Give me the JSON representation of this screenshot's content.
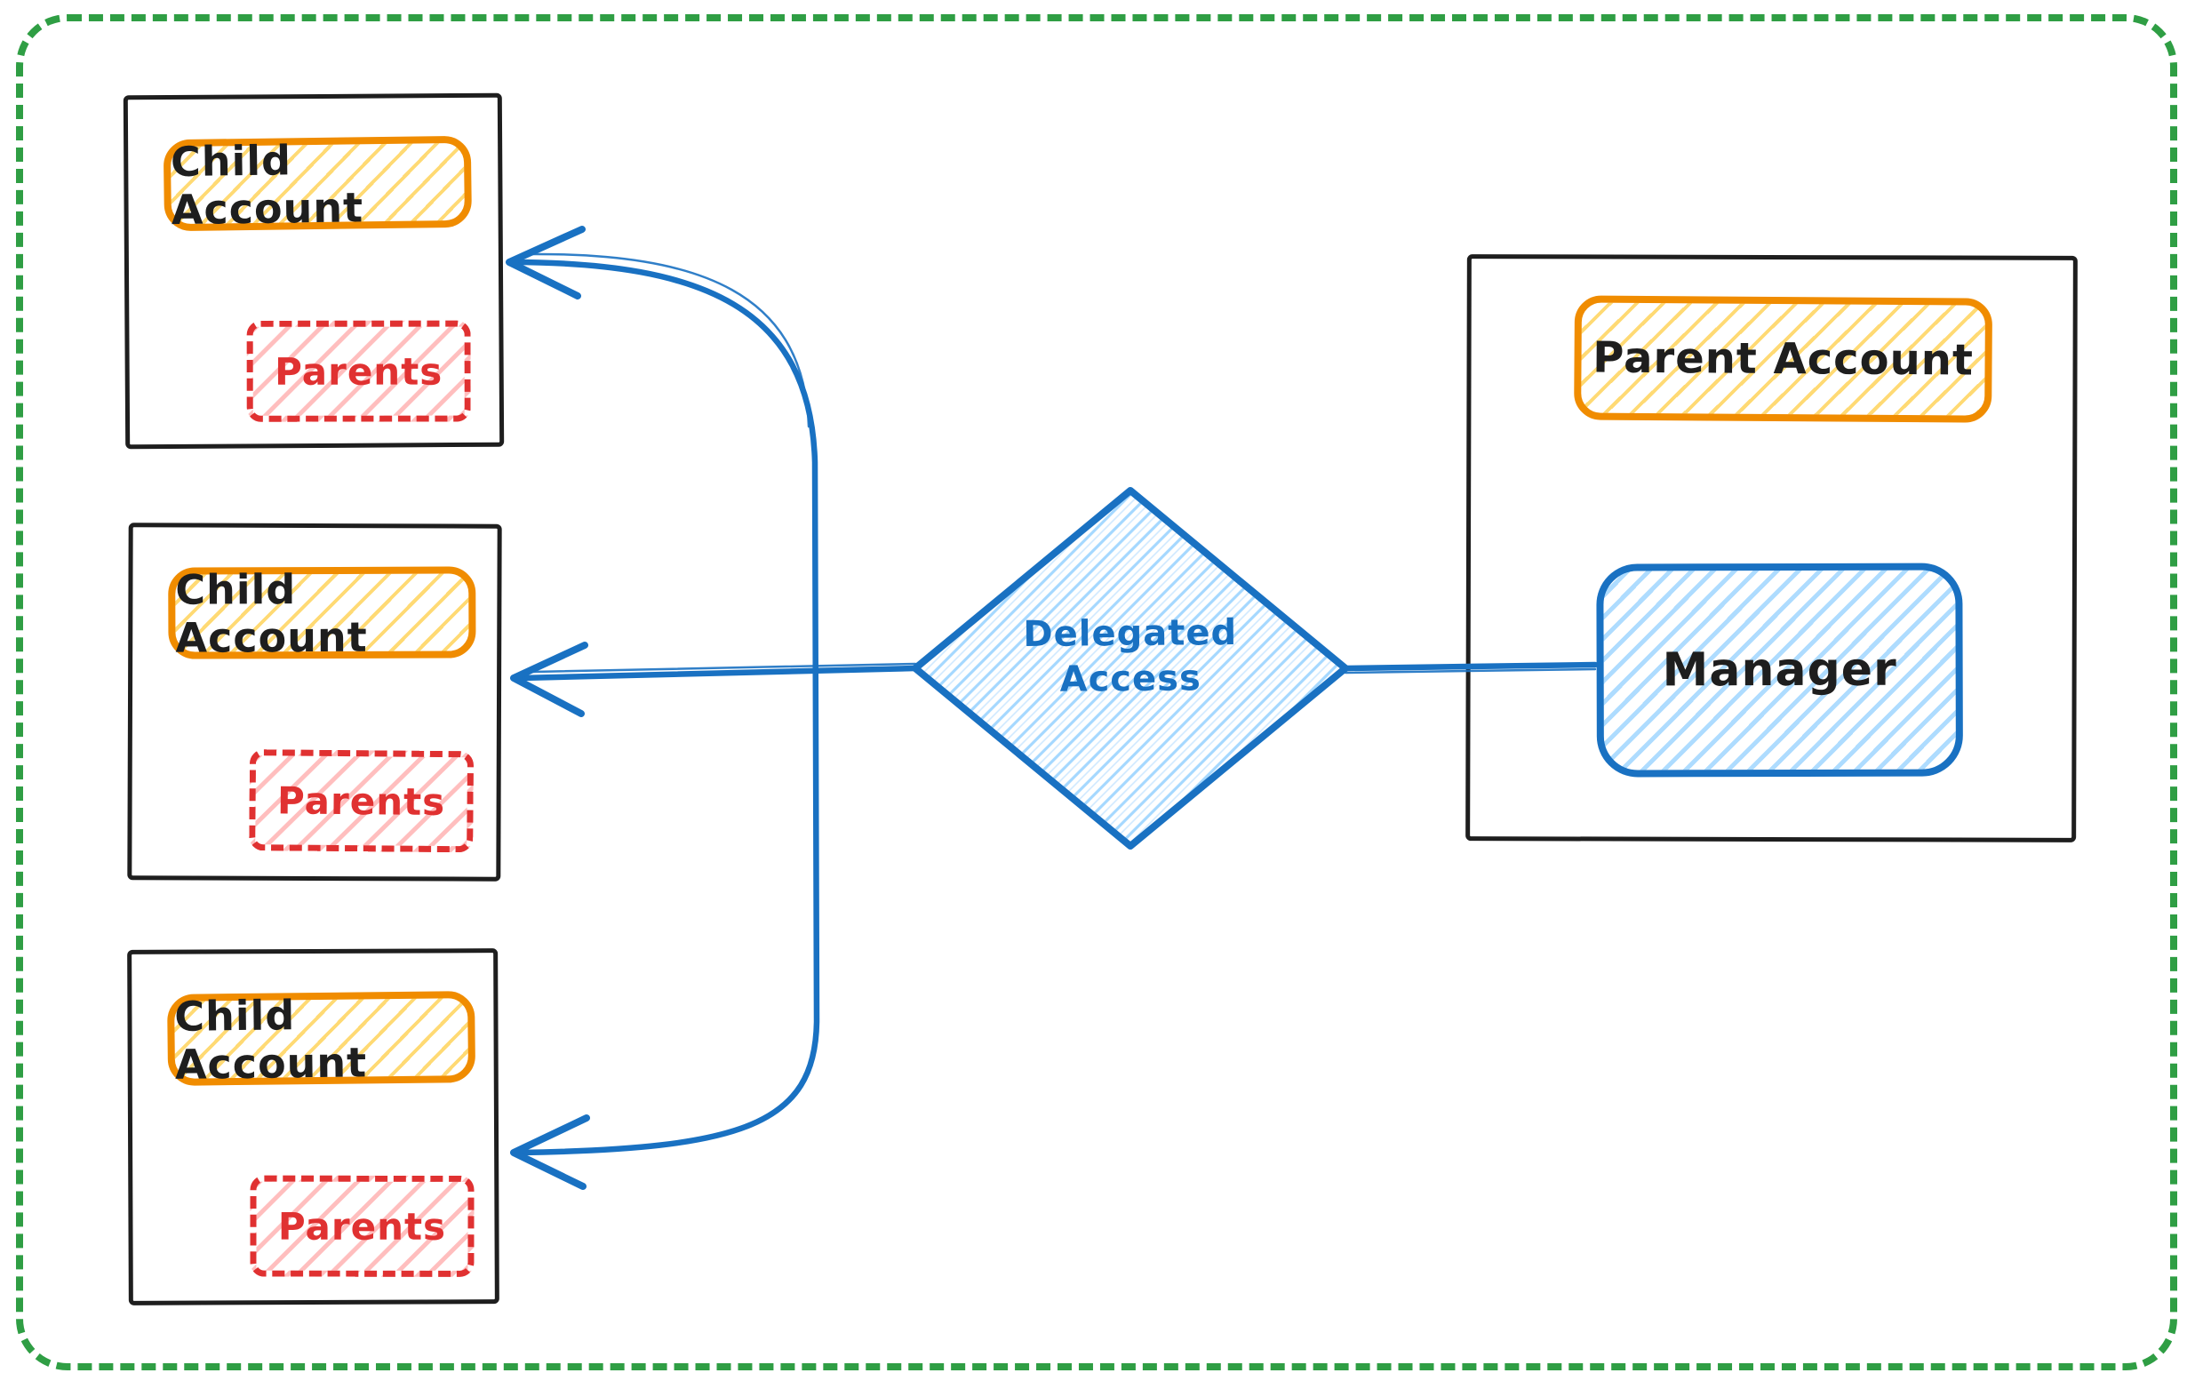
{
  "children": [
    {
      "title": "Child Account",
      "tag": "Parents"
    },
    {
      "title": "Child Account",
      "tag": "Parents"
    },
    {
      "title": "Child Account",
      "tag": "Parents"
    }
  ],
  "decision": {
    "line1": "Delegated",
    "line2": "Access"
  },
  "parent": {
    "title": "Parent Account",
    "manager": "Manager"
  },
  "colors": {
    "frame_green": "#2f9e44",
    "box_stroke_black": "#1e1e1e",
    "accent_orange": "#f08c00",
    "accent_red": "#e03131",
    "accent_blue": "#1971c2",
    "hatch_yellow": "#ffd35c",
    "hatch_red": "#ffa8a8",
    "hatch_blue": "#a5d8ff"
  }
}
